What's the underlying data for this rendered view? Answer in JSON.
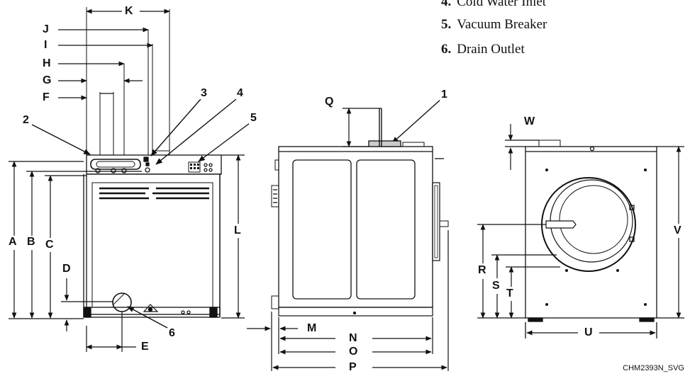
{
  "legend": [
    {
      "num": "4.",
      "text": "Cold Water Inlet"
    },
    {
      "num": "5.",
      "text": "Vacuum Breaker"
    },
    {
      "num": "6.",
      "text": "Drain Outlet"
    }
  ],
  "callouts": [
    "1",
    "2",
    "3",
    "4",
    "5",
    "6"
  ],
  "dimensions": [
    "A",
    "B",
    "C",
    "D",
    "E",
    "F",
    "G",
    "H",
    "I",
    "J",
    "K",
    "L",
    "M",
    "N",
    "O",
    "P",
    "Q",
    "R",
    "S",
    "T",
    "U",
    "V",
    "W"
  ],
  "drawing_code": "CHM2393N_SVG"
}
